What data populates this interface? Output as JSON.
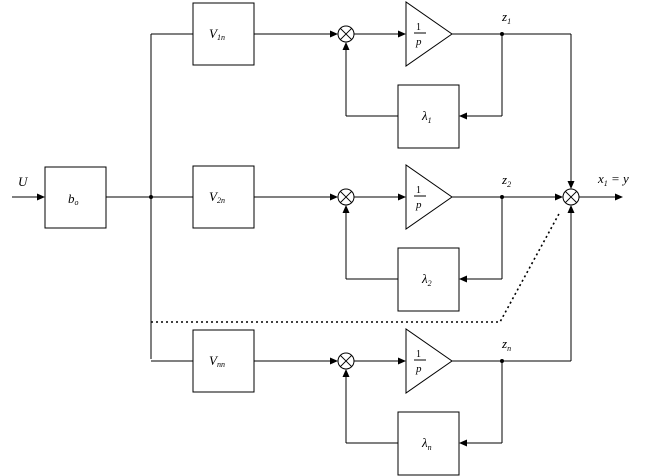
{
  "input_label": "U",
  "gain_block": {
    "symbol": "b",
    "subscript": "o"
  },
  "channels": [
    {
      "coef_symbol": "V",
      "coef_subscript": "1n",
      "integrator_num": "1",
      "integrator_den": "p",
      "feedback_symbol": "λ",
      "feedback_subscript": "1",
      "state_symbol": "z",
      "state_subscript": "1"
    },
    {
      "coef_symbol": "V",
      "coef_subscript": "2n",
      "integrator_num": "1",
      "integrator_den": "p",
      "feedback_symbol": "λ",
      "feedback_subscript": "2",
      "state_symbol": "z",
      "state_subscript": "2"
    },
    {
      "coef_symbol": "V",
      "coef_subscript": "nn",
      "integrator_num": "1",
      "integrator_den": "p",
      "feedback_symbol": "λ",
      "feedback_subscript": "n",
      "state_symbol": "z",
      "state_subscript": "n"
    }
  ],
  "output": {
    "symbol": "x",
    "subscript": "1",
    "rest": " = y"
  }
}
